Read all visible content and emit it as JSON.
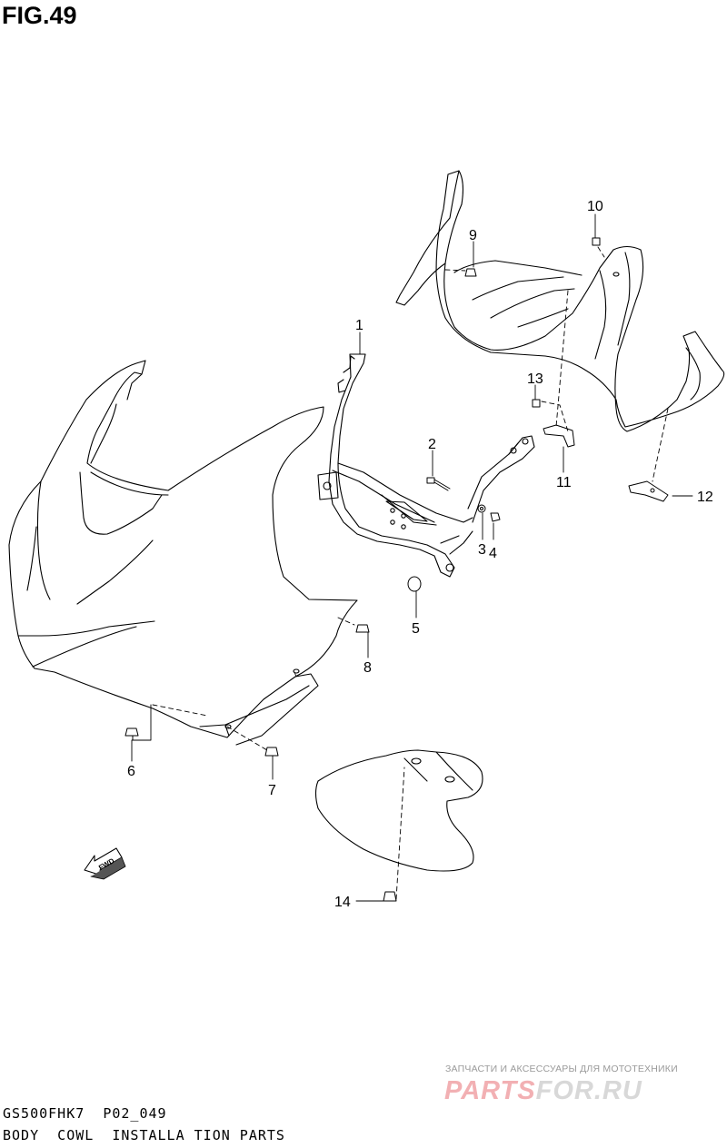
{
  "figure": {
    "title": "FIG.49",
    "code": "GS500FHK7  P02_049",
    "description": "BODY  COWL  INSTALLA TION PARTS"
  },
  "fwd_label": "FWD",
  "callouts": [
    "1",
    "2",
    "3",
    "4",
    "5",
    "6",
    "7",
    "8",
    "9",
    "10",
    "11",
    "12",
    "13",
    "14"
  ],
  "watermark": {
    "tagline": "ЗАПЧАСТИ И АКСЕССУАРЫ ДЛЯ МОТОТЕХНИКИ",
    "logo_part1": "PARTS",
    "logo_part2": "FOR.RU",
    "colors": {
      "logo_red": "#f2b0b3",
      "logo_gray": "#d8d8d8",
      "tagline": "#9a9a9a"
    }
  },
  "line_color": "#000000"
}
